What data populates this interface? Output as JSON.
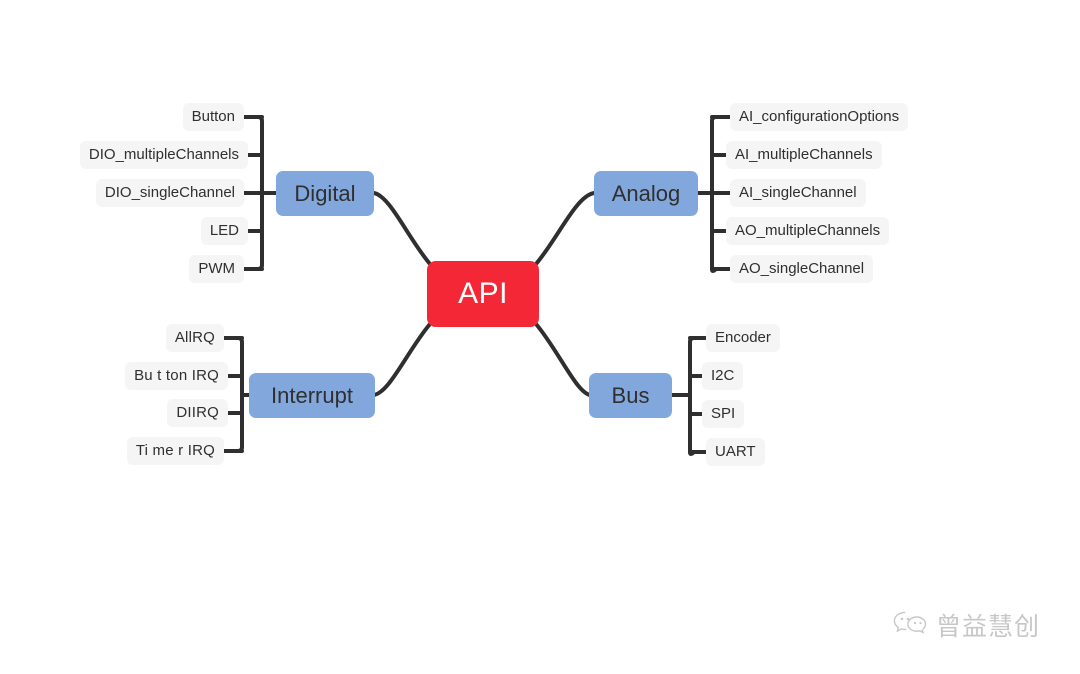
{
  "diagram": {
    "type": "mindmap",
    "root": {
      "label": "API",
      "color": "#f32735",
      "text_color": "#ffffff"
    },
    "branch_color": "#82a7dd",
    "leaf_color": "#f5f5f5",
    "connector_color": "#2f2f2f",
    "branches": [
      {
        "id": "digital",
        "label": "Digital",
        "side": "left",
        "leaves": [
          "Button",
          "DIO_multipleChannels",
          "DIO_singleChannel",
          "LED",
          "PWM"
        ]
      },
      {
        "id": "analog",
        "label": "Analog",
        "side": "right",
        "leaves": [
          "AI_configurationOptions",
          "AI_multipleChannels",
          "AI_singleChannel",
          "AO_multipleChannels",
          "AO_singleChannel"
        ]
      },
      {
        "id": "interrupt",
        "label": "Interrupt",
        "side": "left",
        "leaves": [
          "AllRQ",
          "Bu t ton IRQ",
          "DIIRQ",
          "Ti me r IRQ"
        ]
      },
      {
        "id": "bus",
        "label": "Bus",
        "side": "right",
        "leaves": [
          "Encoder",
          "I2C",
          "SPI",
          "UART"
        ]
      }
    ]
  },
  "watermark": {
    "text": "曾益慧创",
    "icon": "wechat-icon",
    "color": "#9a9a9a"
  }
}
